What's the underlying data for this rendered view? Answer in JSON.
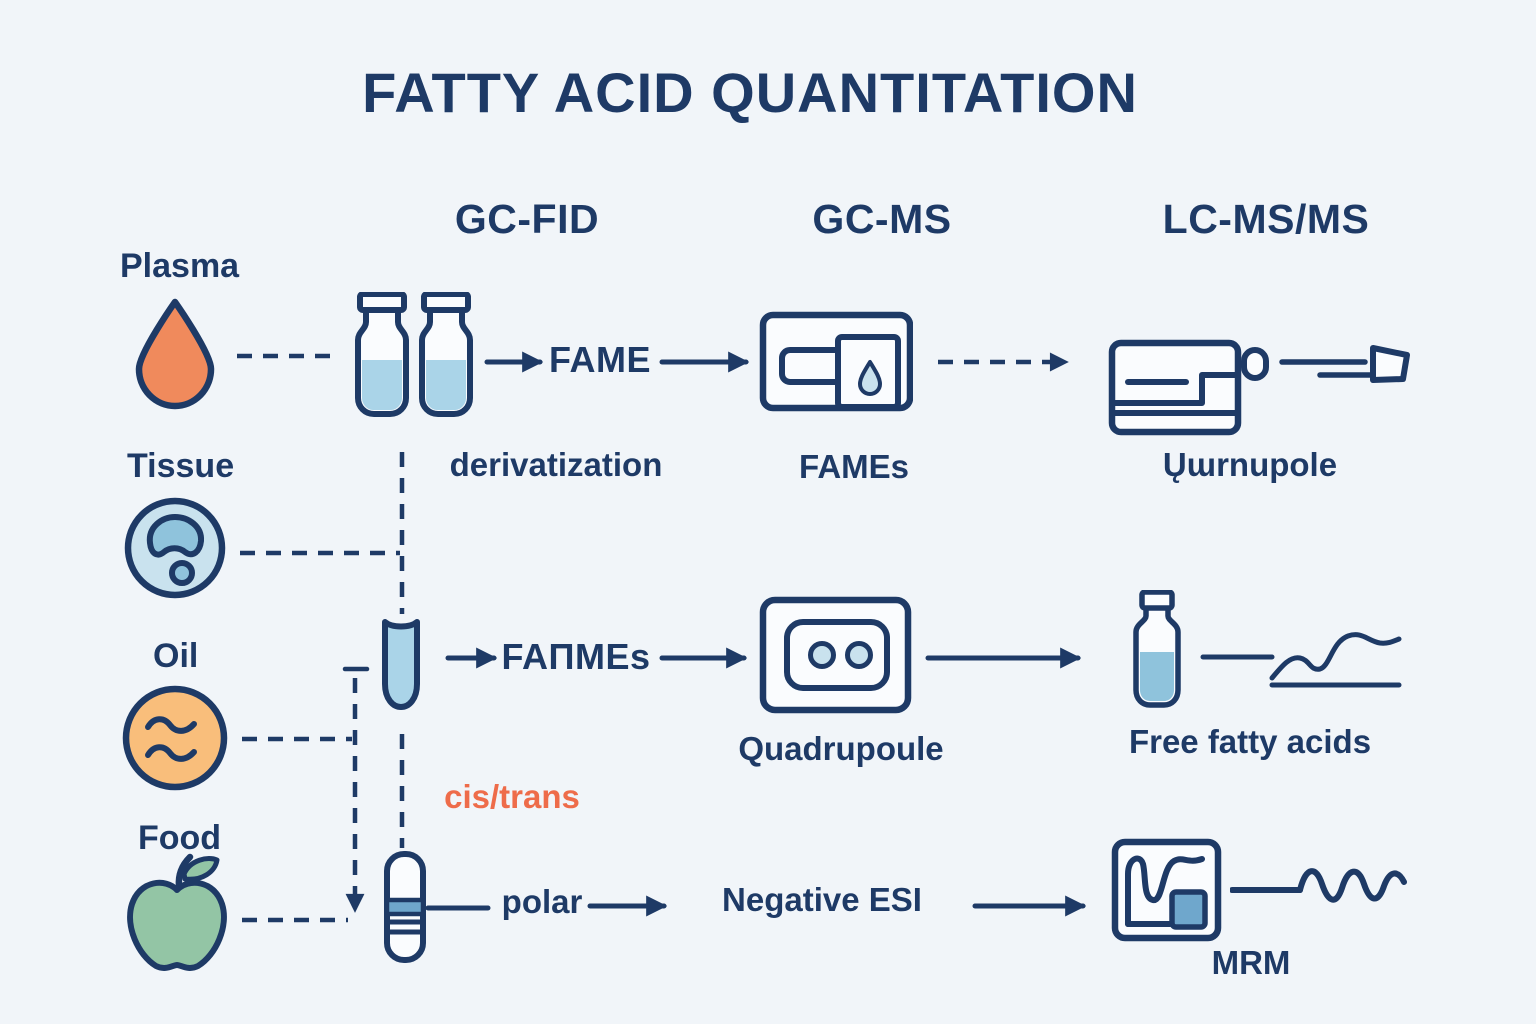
{
  "title": "FATTY ACID QUANTITATION",
  "columns": {
    "gc_fid": "GC-FID",
    "gc_ms": "GC-MS",
    "lc_msms": "LC-MS/MS"
  },
  "samples": {
    "plasma": {
      "label": "Plasma",
      "icon": "blood-drop-icon"
    },
    "tissue": {
      "label": "Tissue",
      "icon": "tissue-cell-icon"
    },
    "oil": {
      "label": "Oil",
      "icon": "oil-waves-icon"
    },
    "food": {
      "label": "Food",
      "icon": "apple-icon"
    }
  },
  "flow_plasma": {
    "fame": "FAME",
    "derivatization": "derivatization",
    "fames": "FAMEs",
    "quadrupole": "Ųɯrnupole"
  },
  "flow_oil": {
    "fanmes": "FAΠMEs",
    "cis_trans": "cis/trans",
    "quadrupoule": "Quadrupoule",
    "free_fatty_acids": "Free fatty acids"
  },
  "flow_food": {
    "polar": "polar",
    "negative_esi": "Negative ESI",
    "mrm": "MRM"
  },
  "icons": [
    "blood-drop-icon",
    "tissue-cell-icon",
    "oil-waves-icon",
    "apple-icon",
    "sample-vials-icon",
    "test-tube-icon",
    "spe-cartridge-icon",
    "gc-ms-instrument-icon",
    "quadrupole-detector-icon",
    "lc-msms-instrument-icon",
    "ffa-bottle-icon",
    "chromatogram-icon",
    "mrm-chart-icon",
    "signal-wave-icon"
  ],
  "theme": {
    "bg": "#f1f5f9",
    "navy": "#1e3a66",
    "orange": "#f08a5c",
    "amber": "#f9be7b",
    "green": "#93c5a5",
    "blue-light": "#aad4e8",
    "blue-pale": "#c9e2ee",
    "blue-mid": "#8fc3dc",
    "blue-steel": "#6fa7cc",
    "accent": "#ee6c4a",
    "icon-bg": "#fafcfe"
  }
}
